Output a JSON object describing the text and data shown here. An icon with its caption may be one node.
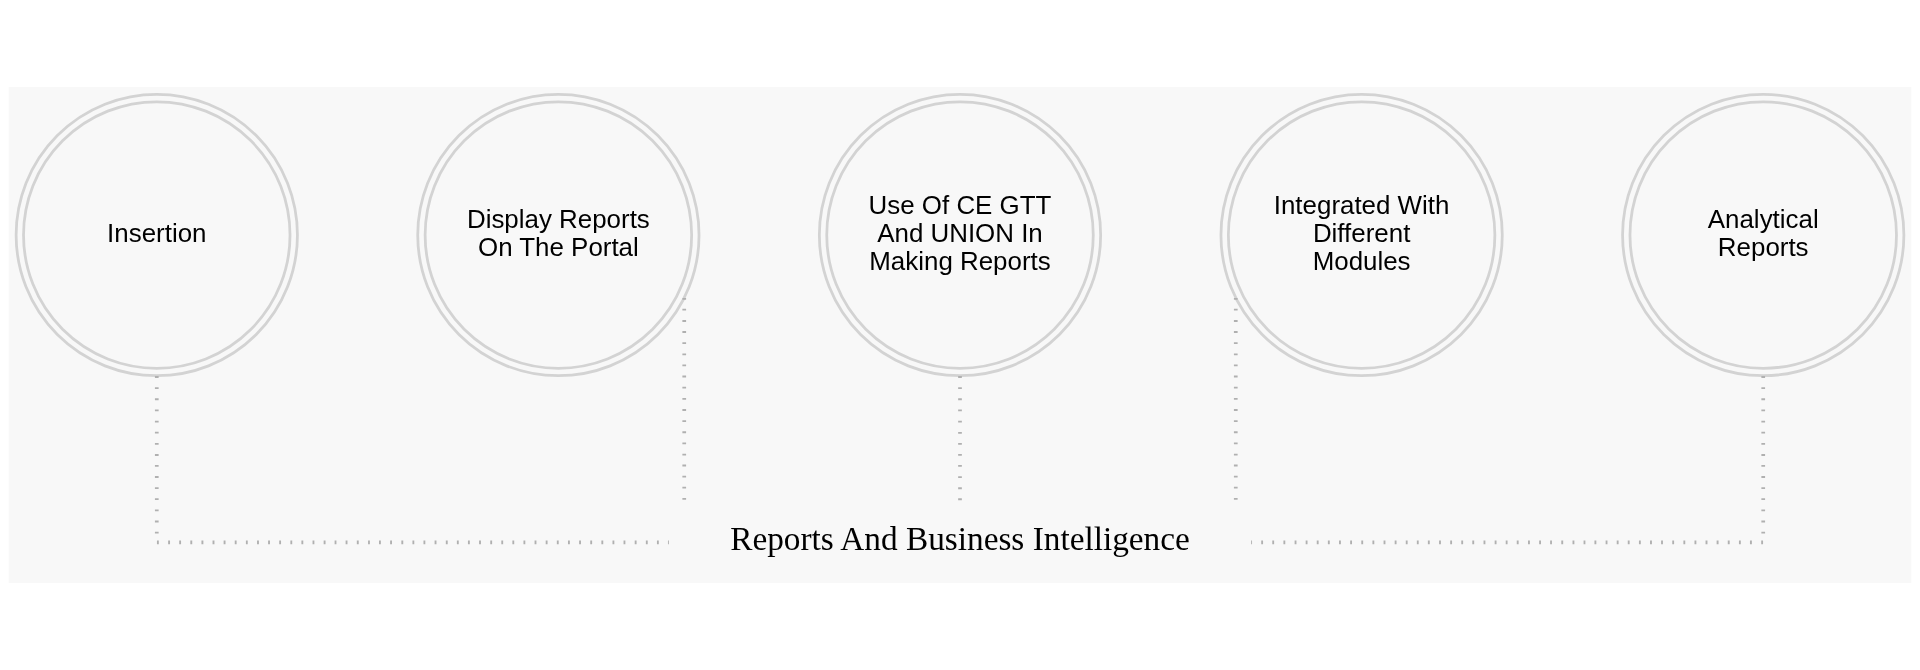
{
  "diagram": {
    "nodes": [
      {
        "text": [
          "Insertion"
        ]
      },
      {
        "text": [
          "Display Reports On The Portal"
        ]
      },
      {
        "text": [
          "Use Of CE GTT And UNION In Making Reports"
        ]
      },
      {
        "text": [
          "Integrated With Different Modules"
        ]
      },
      {
        "text": [
          "Analytical Reports"
        ]
      },
      {
        "text": [
          "Reports And Business Intelligence"
        ]
      }
    ],
    "edges": [
      {
        "from": 0,
        "to": 5,
        "arrow": "none",
        "style": "dashed"
      },
      {
        "from": 1,
        "to": 5,
        "arrow": "none",
        "style": "dashed"
      },
      {
        "from": 2,
        "to": 5,
        "arrow": "none",
        "style": "dashed"
      },
      {
        "from": 3,
        "to": 5,
        "arrow": "none",
        "style": "dashed"
      },
      {
        "from": 4,
        "to": 5,
        "arrow": "none",
        "style": "dashed"
      }
    ]
  }
}
